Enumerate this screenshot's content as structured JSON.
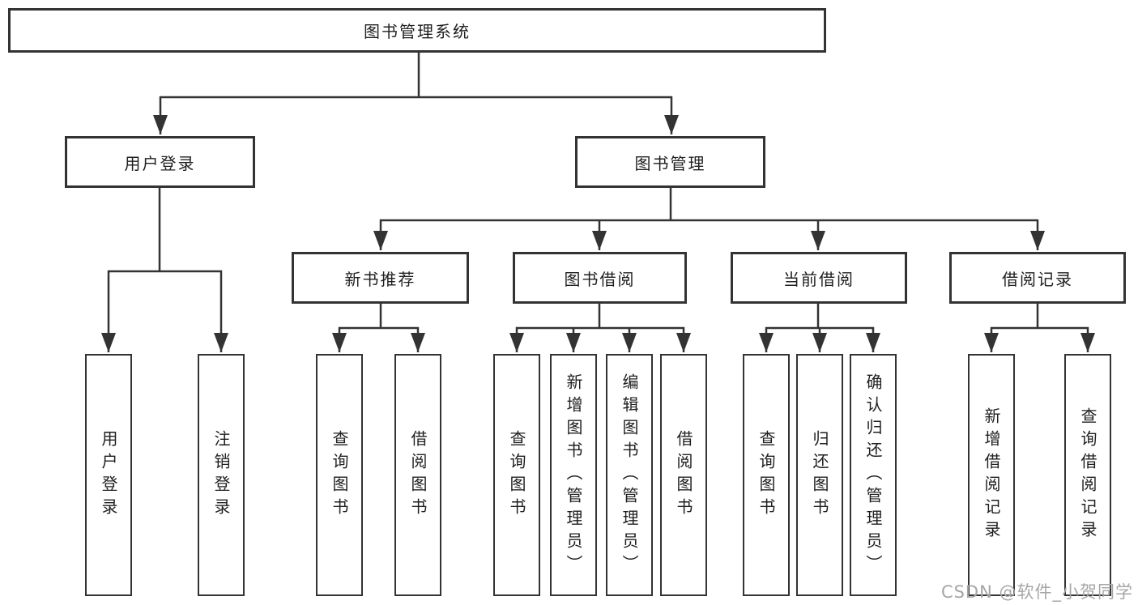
{
  "diagram_type": "hierarchy-tree",
  "watermark": {
    "text": "CSDN @软件_小贺同学"
  },
  "colors": {
    "line": "#333333",
    "border": "#333333",
    "text": "#1f1f1f",
    "watermark": "#a6a6a6",
    "background": "#ffffff"
  },
  "tree": {
    "label": "图书管理系统",
    "children": [
      {
        "label": "用户登录",
        "children": [
          {
            "label": "用户登录"
          },
          {
            "label": "注销登录"
          }
        ]
      },
      {
        "label": "图书管理",
        "children": [
          {
            "label": "新书推荐",
            "children": [
              {
                "label": "查询图书"
              },
              {
                "label": "借阅图书"
              }
            ]
          },
          {
            "label": "图书借阅",
            "children": [
              {
                "label": "查询图书"
              },
              {
                "label": "新增图书（管理员）"
              },
              {
                "label": "编辑图书（管理员）"
              },
              {
                "label": "借阅图书"
              }
            ]
          },
          {
            "label": "当前借阅",
            "children": [
              {
                "label": "查询图书"
              },
              {
                "label": "归还图书"
              },
              {
                "label": "确认归还（管理员）"
              }
            ]
          },
          {
            "label": "借阅记录",
            "children": [
              {
                "label": "新增借阅记录"
              },
              {
                "label": "查询借阅记录"
              }
            ]
          }
        ]
      }
    ]
  }
}
